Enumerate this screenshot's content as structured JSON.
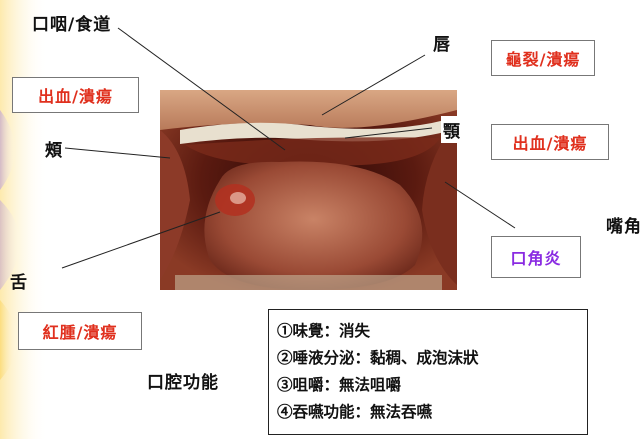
{
  "labels": {
    "pharynx": "口咽/食道",
    "lip": "唇",
    "palate": "顎",
    "cheek": "頰",
    "tongue": "舌",
    "mouth_corner": "嘴角",
    "oral_function": "口腔功能"
  },
  "boxes": {
    "cracks": "龜裂/潰瘍",
    "bleeding_left": "出血/潰瘍",
    "bleeding_right": "出血/潰瘍",
    "angular_cheilitis": "口角炎",
    "swelling": "紅腫/潰瘍"
  },
  "function_list": [
    "①味覺：消失",
    "②唾液分泌：黏稠、成泡沫狀",
    "③咀嚼：無法咀嚼",
    "④吞嚥功能：無法吞嚥"
  ],
  "colors": {
    "red_text": "#e0301e",
    "purple_text": "#8a2be2",
    "left_band_yellow": "#fde9a8",
    "left_band_purple": "#c9b3e0"
  }
}
